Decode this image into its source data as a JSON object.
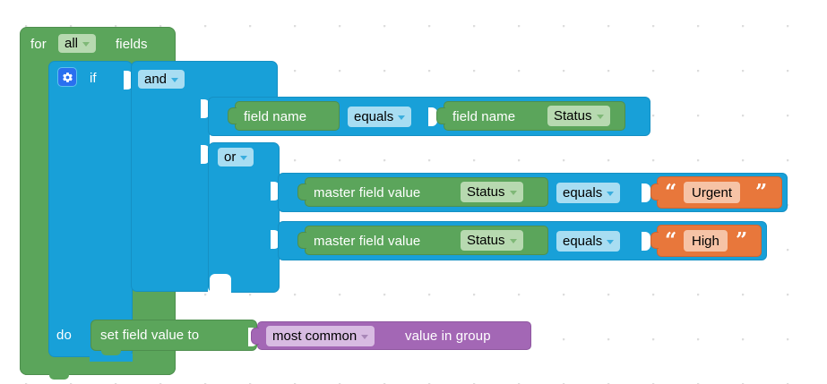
{
  "editor": {
    "name": "blockly-workspace",
    "background": "#ffffff",
    "grid_color": "#dddddd",
    "grid_spacing": 50
  },
  "colors": {
    "green": "#5ba55b",
    "green_field": "#b7d9b0",
    "blue": "#18a0d8",
    "blue_field": "#a8ddf2",
    "orange": "#e8773b",
    "orange_field": "#f6c3a6",
    "purple": "#a367b5",
    "purple_field": "#d8bbe2",
    "gear_icon": "#2a6ff0"
  },
  "program": {
    "loop": {
      "label_prefix": "for",
      "scope_value": "all",
      "label_suffix": "fields",
      "do_label": "do"
    },
    "if_block": {
      "mutator_icon": "gear-icon",
      "label": "if"
    },
    "and_block": {
      "operator": "and"
    },
    "condition_1": {
      "left_operand": "field name",
      "operator": "equals",
      "right_operand": "field name",
      "right_value": "Status"
    },
    "or_block": {
      "operator": "or"
    },
    "condition_2": {
      "left_operand": "master field value",
      "left_value": "Status",
      "operator": "equals",
      "right_text": "Urgent",
      "quote_open": "“",
      "quote_close": "”"
    },
    "condition_3": {
      "left_operand": "master field value",
      "left_value": "Status",
      "operator": "equals",
      "right_text": "High",
      "quote_open": "“",
      "quote_close": "”"
    },
    "action": {
      "setter_label": "set field value to",
      "aggregate": "most common",
      "aggregate_suffix": "value in group"
    }
  }
}
